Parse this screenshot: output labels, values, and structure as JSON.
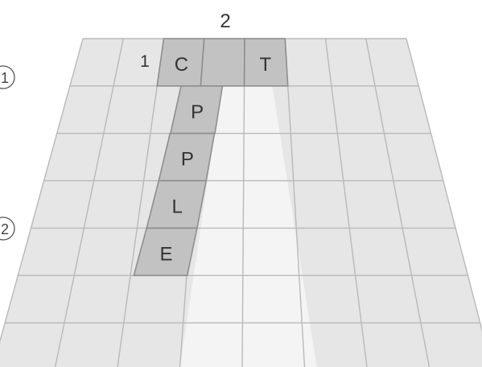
{
  "puzzle": {
    "clue_number_across": "1",
    "clue_number_down": "2",
    "across_letters": [
      "C",
      "",
      "T"
    ],
    "down_letters": [
      "P",
      "P",
      "L",
      "E"
    ],
    "markers": [
      "1",
      "2"
    ]
  },
  "colors": {
    "background": "#ffffff",
    "board_cell": "#e6e6e6",
    "grid_line": "#b9b9b9",
    "filled_cell": "#c2c2c2",
    "filled_border": "#8e8e8e",
    "letter": "#333333"
  }
}
